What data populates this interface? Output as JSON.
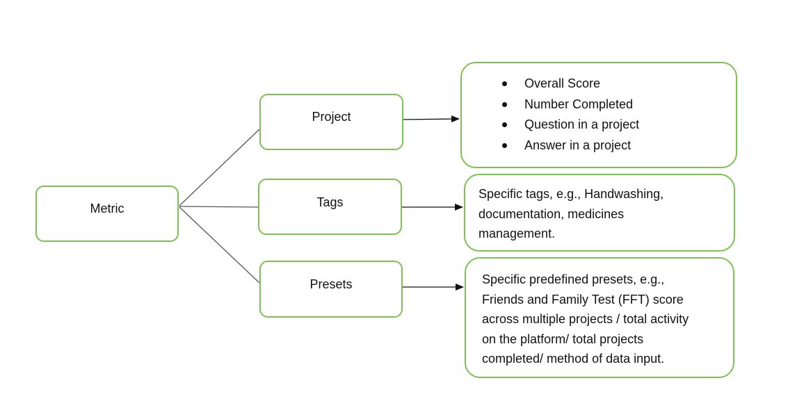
{
  "nodes": {
    "metric": "Metric",
    "project": "Project",
    "tags": "Tags",
    "presets": "Presets"
  },
  "project_details": {
    "items": [
      "Overall Score",
      "Number Completed",
      "Question in a project",
      "Answer in a project"
    ]
  },
  "tags_details": {
    "lines": [
      "Specific tags, e.g., Handwashing,",
      "documentation, medicines",
      "management."
    ]
  },
  "presets_details": {
    "lines": [
      "Specific predefined presets, e.g.,",
      "Friends and Family Test (FFT) score",
      "across multiple projects / total activity",
      "on the platform/ total projects",
      "completed/ method of data input."
    ]
  },
  "colors": {
    "border": "#7cc24e",
    "line": "#555555",
    "arrow": "#111111"
  }
}
